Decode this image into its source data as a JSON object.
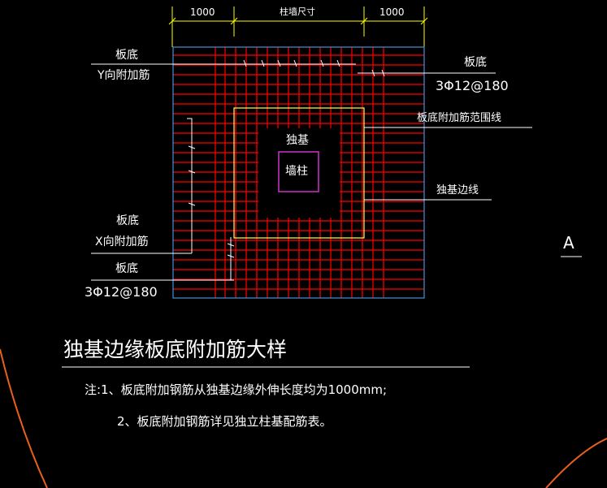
{
  "dimensions": {
    "left": "1000",
    "middle": "柱墙尺寸",
    "right": "1000"
  },
  "labels": {
    "y_bar_line1": "板底",
    "y_bar_line2": "Y向附加筋",
    "right_bar_line1": "板底",
    "right_bar_line2": "3Φ12@180",
    "range_line": "板底附加筋范围线",
    "footing_label": "独基",
    "column_label": "墙柱",
    "edge_line": "独基边线",
    "x_bar_line1": "板底",
    "x_bar_line2": "X向附加筋",
    "bottom_bar_line1": "板底",
    "bottom_bar_line2": "3Φ12@180",
    "axis": "A"
  },
  "title": "独基边缘板底附加筋大样",
  "notes": {
    "note1": "注:1、板底附加钢筋从独基边缘外伸长度均为1000mm;",
    "note2": "2、板底附加钢筋详见独立柱基配筋表。"
  },
  "colors": {
    "background": "#000000",
    "rebar": "#ff0000",
    "outline": "#4a90d9",
    "range_line": "#ffff66",
    "column": "#cc33cc",
    "dimension": "#ffff00",
    "boundary": "#e8601c",
    "text": "#ffffff"
  }
}
